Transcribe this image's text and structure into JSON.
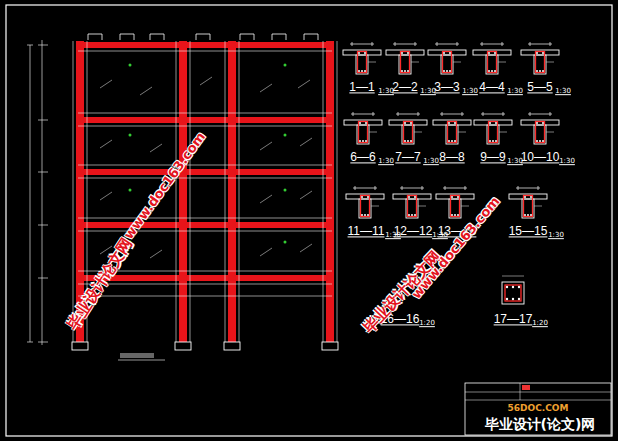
{
  "diagram": {
    "labels": [
      "1—1",
      "1:30",
      "2—2",
      "1:30",
      "3—3",
      "1:30",
      "4—4",
      "1:30",
      "5—5",
      "1:30",
      "6—6",
      "1:30",
      "7—7",
      "1:30",
      "8—8",
      "9—9",
      "1:30",
      "10—10",
      "1:30",
      "11—11",
      "1:30",
      "12—12",
      "1:30",
      "13—13",
      "15—15",
      "1:30",
      "16—16",
      "1:20",
      "17—17",
      "1:20",
      "毕业设计论文网",
      "www.doc163.com",
      "毕业设计论文网",
      "www.doc163.com",
      "56DOC.COM",
      "毕业设计(论文)网"
    ]
  }
}
